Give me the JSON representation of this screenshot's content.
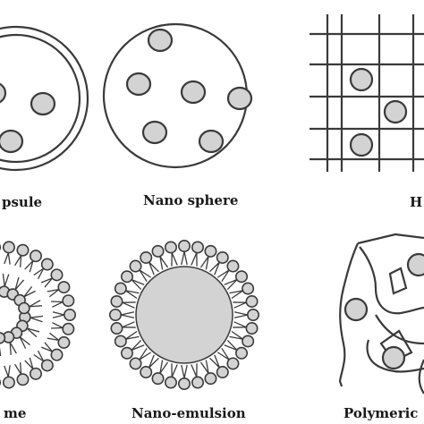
{
  "labels": {
    "nanocapsule": "psule",
    "nanosphere": "Nano sphere",
    "hydrogel": "H",
    "liposome": "me",
    "nanoemulsion": "Nano-emulsion",
    "polymeric": "Polymeric"
  },
  "colors": {
    "stroke": "#3a3a3a",
    "fill": "#d3d3d3",
    "background": "#ffffff"
  }
}
